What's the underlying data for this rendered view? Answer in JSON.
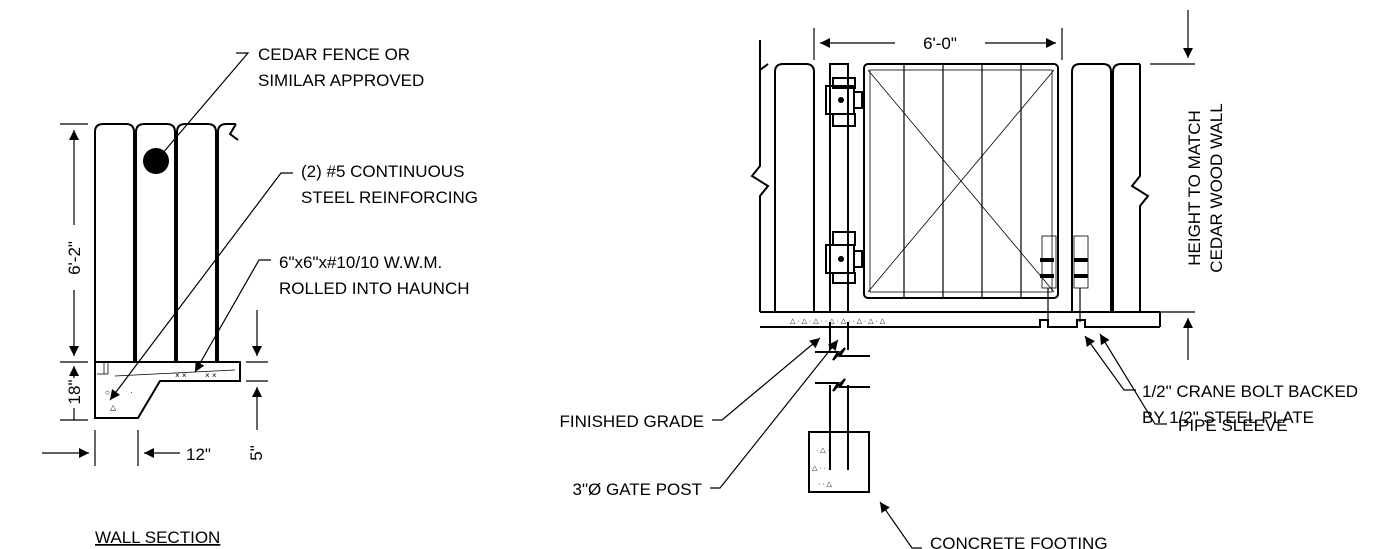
{
  "labels": {
    "cedar_fence": [
      "CEDAR FENCE OR",
      "SIMILAR APPROVED"
    ],
    "reinforcing": [
      "(2) #5 CONTINUOUS",
      "STEEL REINFORCING"
    ],
    "wwm": [
      "6\"x6\"x#10/10 W.W.M.",
      "ROLLED INTO HAUNCH"
    ],
    "height_wall": "6'-2\"",
    "height_base": "18\"",
    "width_base": "12\"",
    "depth_base": "5\"",
    "wall_section": "WALL SECTION",
    "gate_width": "6'-0\"",
    "height_match": [
      "HEIGHT TO MATCH",
      "CEDAR WOOD WALL"
    ],
    "crane_bolt": [
      "1/2\" CRANE BOLT BACKED",
      "BY 1/2\" STEEL PLATE"
    ],
    "pipe_sleeve": "PIPE SLEEVE",
    "finished_grade": "FINISHED GRADE",
    "gate_post": "3\"Ø GATE POST",
    "concrete_footing": "CONCRETE FOOTING"
  }
}
